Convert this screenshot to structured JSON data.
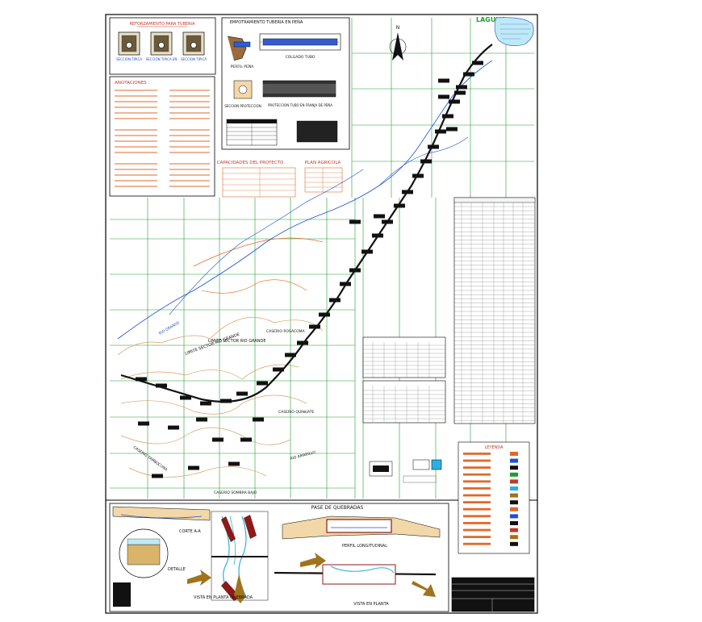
{
  "sheet": {
    "title_top_right": "LAGUNA ...",
    "north_label": "N"
  },
  "top_left_panel": {
    "title": "REFORZAMIENTO PARA TUBERIA",
    "sections": [
      {
        "label": "SECCION TIPICA"
      },
      {
        "label": "SECCION TIPICA EN"
      },
      {
        "label": "SECCION TIPICA"
      }
    ]
  },
  "top_center_panel": {
    "title": "EMPOTRAMIENTO TUBERIA EN PEÑA",
    "profile_label": "PERFIL PEÑA",
    "pipe_label": "COLGADO TUBO",
    "protection_label": "PROTECCION TUBO EN FRANJA DE PEÑA",
    "detail_label": "SECCION PROTECCION"
  },
  "notes_panel": {
    "title": "ANOTACIONES :"
  },
  "capacity_panel": {
    "title": "CAPACIDADES DEL PROYECTO",
    "plan_title": "PLAN AGRICOLA"
  },
  "map_labels": {
    "limite": "LIMITE SECTOR RIO GRANDE",
    "rio_grande": "RIO GRANDE",
    "caserio_1": "CASERIO ROSACOMA",
    "caserio_2": "CASERIO QUINUATE",
    "caserio_3": "CASERIO TAMBOCUNA",
    "caserio_4": "CASERIO SOMBRA BAJO",
    "rio_amarillo": "RIO AMARILLO"
  },
  "bottom_panel": {
    "title": "PASE DE QUEBRADAS",
    "corte": "CORTE A-A",
    "detalle": "DETALLE",
    "vista_planta_quebrada": "VISTA EN PLANTA QUEBRADA",
    "perfil_longitudinal": "PERFIL LONGITUDINAL",
    "vista_planta": "VISTA EN PLANTA"
  },
  "legend_panel": {
    "title": "LEYENDA"
  },
  "colors": {
    "grid": "#1f9e2e",
    "border": "#000000",
    "river": "#1e4fd6",
    "contour": "#d9a066",
    "road": "#e06a2a",
    "accent_red": "#c0392b",
    "label_dark": "#111111",
    "water_fill": "#bfe9f4",
    "pipe_blue": "#2b5ed8",
    "brown_arrow": "#a0731c"
  }
}
